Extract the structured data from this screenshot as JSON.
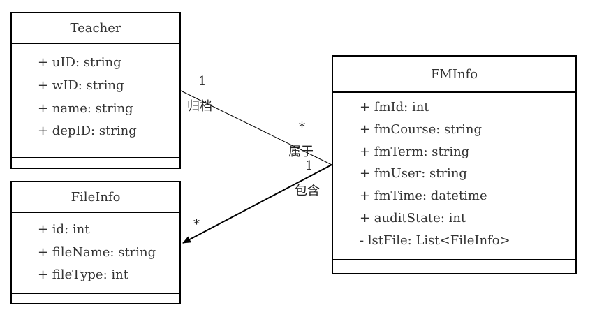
{
  "classes": {
    "teacher": {
      "name": "Teacher",
      "attributes": [
        "+ uID: string",
        "+ wID: string",
        "+ name: string",
        "+ depID: string"
      ]
    },
    "fileinfo": {
      "name": "FileInfo",
      "attributes": [
        "+ id: int",
        "+ fileName: string",
        "+ fileType: int"
      ]
    },
    "fminfo": {
      "name": "FMInfo",
      "attributes": [
        "+ fmId: int",
        "+ fmCourse: string",
        "+ fmTerm: string",
        "+ fmUser: string",
        "+ fmTime: datetime",
        "+ auditState: int",
        "- lstFile: List<FileInfo>"
      ]
    }
  },
  "associations": {
    "archive": {
      "source_multiplicity": "1",
      "source_role": "归档",
      "target_multiplicity": "*",
      "target_role": "属于"
    },
    "contain": {
      "source_multiplicity": "1",
      "source_role": "包含",
      "target_multiplicity": "*"
    }
  }
}
